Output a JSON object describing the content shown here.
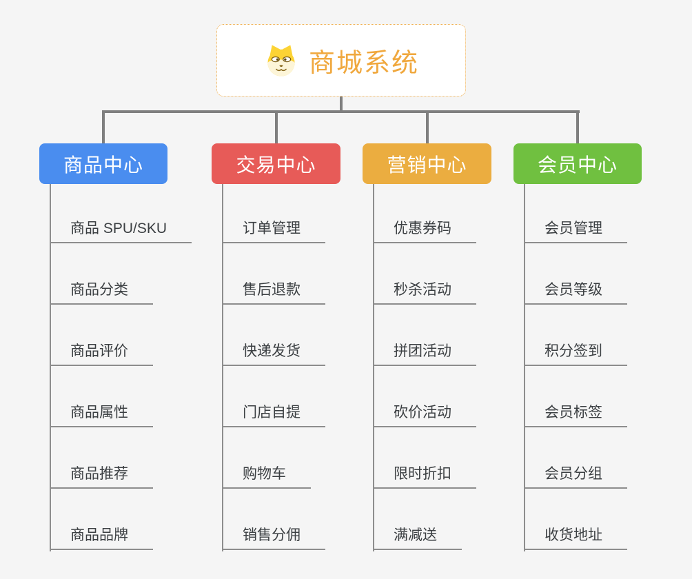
{
  "diagram": {
    "root": {
      "title": "商城系统",
      "icon": "dog-face-icon"
    },
    "branches": [
      {
        "label": "商品中心",
        "color": "#4a8def",
        "children": [
          "商品 SPU/SKU",
          "商品分类",
          "商品评价",
          "商品属性",
          "商品推荐",
          "商品品牌"
        ]
      },
      {
        "label": "交易中心",
        "color": "#e75b58",
        "children": [
          "订单管理",
          "售后退款",
          "快递发货",
          "门店自提",
          "购物车",
          "销售分佣"
        ]
      },
      {
        "label": "营销中心",
        "color": "#ebad40",
        "children": [
          "优惠券码",
          "秒杀活动",
          "拼团活动",
          "砍价活动",
          "限时折扣",
          "满减送"
        ]
      },
      {
        "label": "会员中心",
        "color": "#70c040",
        "children": [
          "会员管理",
          "会员等级",
          "积分签到",
          "会员标签",
          "会员分组",
          "收货地址"
        ]
      }
    ],
    "colors": {
      "background": "#f5f5f5",
      "connector": "#7f7f7f",
      "leaf_line": "#8d8d8d",
      "leaf_text": "#3b3f42",
      "root_border": "#efae4e",
      "root_text": "#f0a83e",
      "root_background": "#ffffff",
      "branch_text": "#ffffff"
    }
  }
}
